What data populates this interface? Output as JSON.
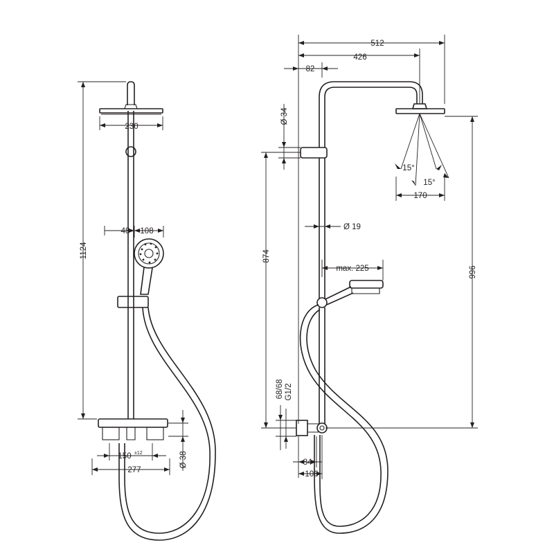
{
  "front_view": {
    "height_total": "1124",
    "head_width": "230",
    "slider_offset": "48",
    "handshower_width": "108",
    "center_spacing": "150",
    "center_tolerance": "±12",
    "body_width": "277",
    "pipe_diameter": "Ø 38"
  },
  "side_view": {
    "overall_projection": "512",
    "arm_reach": "426",
    "wall_offset": "82",
    "slider_diameter": "Ø 34",
    "height_slider": "874",
    "angle_1": "15°",
    "angle_2": "15°",
    "head_depth": "170",
    "riser_diameter": "Ø 19",
    "height_head": "996",
    "handshower_reach": "max. 225",
    "connection_spacing": "68/68",
    "thread": "G1/2",
    "depth_1": "84",
    "depth_2": "106"
  }
}
